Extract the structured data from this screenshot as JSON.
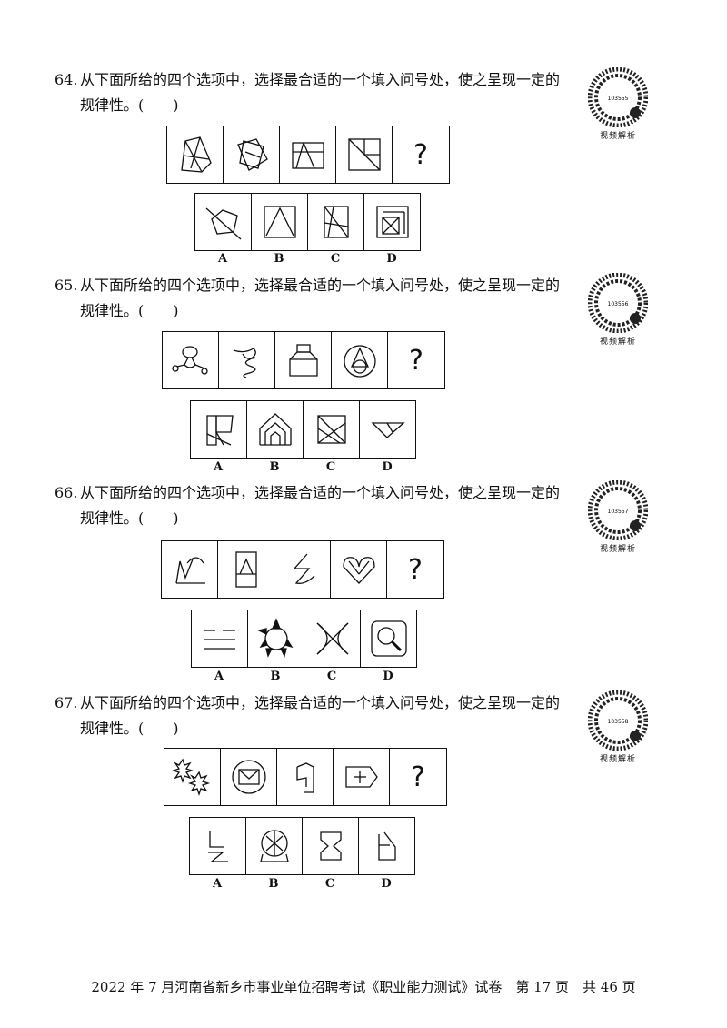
{
  "questions": [
    {
      "number": "64.",
      "line1": "从下面所给的四个选项中，选择最合适的一个填入问号处，使之呈现一定的",
      "line2": "规律性。(　　)",
      "qr_code": "103555",
      "qr_caption": "视频解析",
      "question_mark": "?",
      "options": [
        "A",
        "B",
        "C",
        "D"
      ]
    },
    {
      "number": "65.",
      "line1": "从下面所给的四个选项中，选择最合适的一个填入问号处，使之呈现一定的",
      "line2": "规律性。(　　)",
      "qr_code": "103556",
      "qr_caption": "视频解析",
      "question_mark": "?",
      "options": [
        "A",
        "B",
        "C",
        "D"
      ]
    },
    {
      "number": "66.",
      "line1": "从下面所给的四个选项中，选择最合适的一个填入问号处，使之呈现一定的",
      "line2": "规律性。(　　)",
      "qr_code": "103557",
      "qr_caption": "视频解析",
      "question_mark": "?",
      "options": [
        "A",
        "B",
        "C",
        "D"
      ]
    },
    {
      "number": "67.",
      "line1": "从下面所给的四个选项中，选择最合适的一个填入问号处，使之呈现一定的",
      "line2": "规律性。(　　)",
      "qr_code": "103558",
      "qr_caption": "视频解析",
      "question_mark": "?",
      "options": [
        "A",
        "B",
        "C",
        "D"
      ]
    }
  ],
  "footer": "2022 年 7 月河南省新乡市事业单位招聘考试《职业能力测试》试卷　第 17 页　共 46 页"
}
